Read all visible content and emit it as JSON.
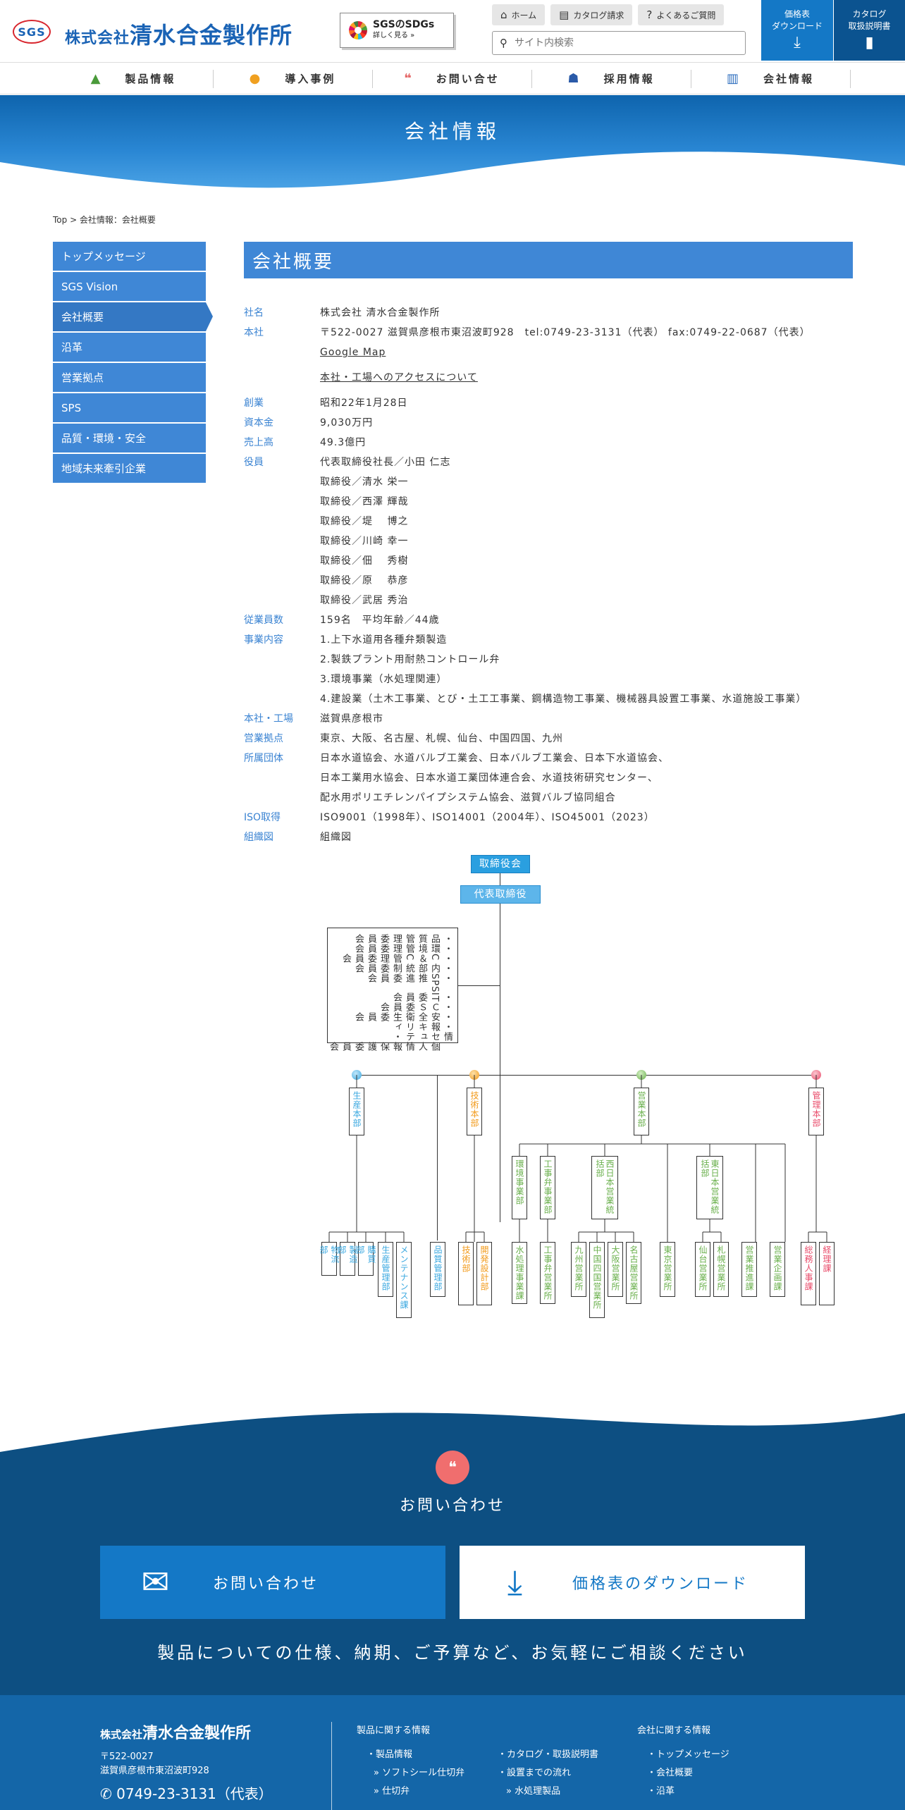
{
  "header": {
    "logo_mark": "SGS",
    "logo_prefix": "株式会社",
    "logo_name": "清水合金製作所",
    "sdgs_title": "SGSのSDGs",
    "sdgs_sub": "詳しく見る »",
    "home": "ホーム",
    "catalog_request": "カタログ請求",
    "faq": "よくあるご質問",
    "search_placeholder": "サイト内検索",
    "price_btn_1": "価格表",
    "price_btn_2": "ダウンロード",
    "catalog_btn_1": "カタログ",
    "catalog_btn_2": "取扱説明書"
  },
  "nav": [
    "製品情報",
    "導入事例",
    "お問い合せ",
    "採用情報",
    "会社情報"
  ],
  "hero_title": "会社情報",
  "breadcrumb": "Top > 会社情報：会社概要",
  "sidebar": [
    "トップメッセージ",
    "SGS Vision",
    "会社概要",
    "沿革",
    "営業拠点",
    "SPS",
    "品質・環境・安全",
    "地域未来牽引企業"
  ],
  "main_title": "会社概要",
  "info": {
    "name_label": "社名",
    "name": "株式会社 清水合金製作所",
    "addr_label": "本社",
    "addr": "〒522-0027 滋賀県彦根市東沼波町928　tel:0749-23-3131（代表） fax:0749-22-0687（代表）",
    "map_link": "Google Map",
    "access_link": "本社・工場へのアクセスについて",
    "founded_label": "創業",
    "founded": "昭和22年1月28日",
    "capital_label": "資本金",
    "capital": "9,030万円",
    "sales_label": "売上高",
    "sales": "49.3億円",
    "officers_label": "役員",
    "officers": [
      "代表取締役社長／小田 仁志",
      "取締役／清水 栄一",
      "取締役／西澤 輝哉",
      "取締役／堤　 博之",
      "取締役／川崎 幸一",
      "取締役／佃　 秀樹",
      "取締役／原　 恭彦",
      "取締役／武居 秀治"
    ],
    "employees_label": "従業員数",
    "employees": "159名　平均年齢／44歳",
    "business_label": "事業内容",
    "business": [
      "1.上下水道用各種弁類製造",
      "2.製鉄プラント用耐熱コントロール弁",
      "3.環境事業（水処理関連）",
      "4.建設業（土木工事業、とび・土工工事業、鋼構造物工事業、機械器具設置工事業、水道施設工事業）"
    ],
    "factory_label": "本社・工場",
    "factory": "滋賀県彦根市",
    "offices_label": "営業拠点",
    "offices": "東京、大阪、名古屋、札幌、仙台、中国四国、九州",
    "groups_label": "所属団体",
    "groups": [
      "日本水道協会、水道バルブ工業会、日本バルブ工業会、日本下水道協会、",
      "日本工業用水協会、日本水道工業団体連合会、水道技術研究センター、",
      "配水用ポリエチレンパイプシステム協会、滋賀バルブ協同組合"
    ],
    "iso_label": "ISO取得",
    "iso": "ISO9001（1998年）、ISO14001（2004年）、ISO45001（2023）",
    "org_label": "組織図",
    "org": "組織図"
  },
  "org": {
    "board": "取締役会",
    "president": "代表取締役",
    "committees": [
      "・品質管理委員会",
      "・環境管理委員会",
      "・C＆C管理委員会",
      "・内部統制委員会",
      "・SPS推進委員会",
      "・IT委員会",
      "・ＣＳ委員会",
      "・安全衛生委員会",
      "・情報セキュリティ・",
      "　個人情報保護委員会"
    ],
    "div_production": "生産本部",
    "div_tech": "技術本部",
    "div_sales": "営業本部",
    "div_admin": "管理本部",
    "sales_mid": [
      "環境事業部",
      "工事弁事業部",
      "西日本営業統括部",
      "東日本営業統括部"
    ],
    "leaves": [
      "物流部",
      "製造部",
      "購買部",
      "生産管理部",
      "メンテナンス課",
      "品質管理部",
      "技術部",
      "開発設計部",
      "水処理事業課",
      "工事弁営業所",
      "九州営業所",
      "中国四国営業所",
      "大阪営業所",
      "名古屋営業所",
      "東京営業所",
      "仙台営業所",
      "札幌営業所",
      "営業推進課",
      "営業企画課",
      "総務人事課",
      "経理課"
    ],
    "colors": {
      "production": "#3aa8e0",
      "tech": "#f29a1a",
      "sales": "#6ab04c",
      "admin": "#e94b6a"
    }
  },
  "cta": {
    "title": "お問い合わせ",
    "contact_btn": "お問い合わせ",
    "download_btn": "価格表のダウンロード",
    "sub": "製品についての仕様、納期、ご予算など、お気軽にご相談ください"
  },
  "footer": {
    "logo_prefix": "株式会社",
    "logo_name": "清水合金製作所",
    "zip": "〒522-0027",
    "addr": "滋賀県彦根市東沼波町928",
    "tel": "0749-23-3131（代表）",
    "col1_title": "製品に関する情報",
    "col1": [
      "・製品情報",
      "» ソフトシール仕切弁",
      "» 仕切弁"
    ],
    "col2": [
      "・カタログ・取扱説明書",
      "・設置までの流れ",
      "» 水処理製品"
    ],
    "col3_title": "会社に関する情報",
    "col3": [
      "・トップメッセージ",
      "・会社概要",
      "・沿革"
    ]
  }
}
